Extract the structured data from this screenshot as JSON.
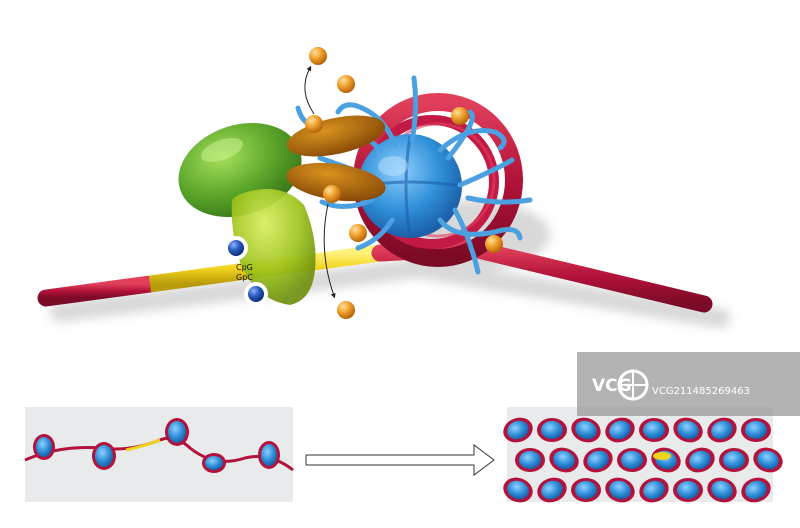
{
  "diagram": {
    "labels": {
      "cpg": "CpG",
      "gpc": "GpC"
    },
    "colors": {
      "dna": "#b3123a",
      "dna_methylated": "#f2d31c",
      "histone": "#2f8fd8",
      "histone_tail": "#5aa8e0",
      "enzyme_green": "#5aa52a",
      "enzyme_lightgreen": "#9cc21a",
      "protein_brown": "#a8620c",
      "acetyl": "#f0a02a",
      "methyl": "#1f4fa8",
      "panel_bg": "#e9eaec"
    }
  },
  "watermark": {
    "brand": "VCG",
    "id_text": "VCG211485269463"
  }
}
